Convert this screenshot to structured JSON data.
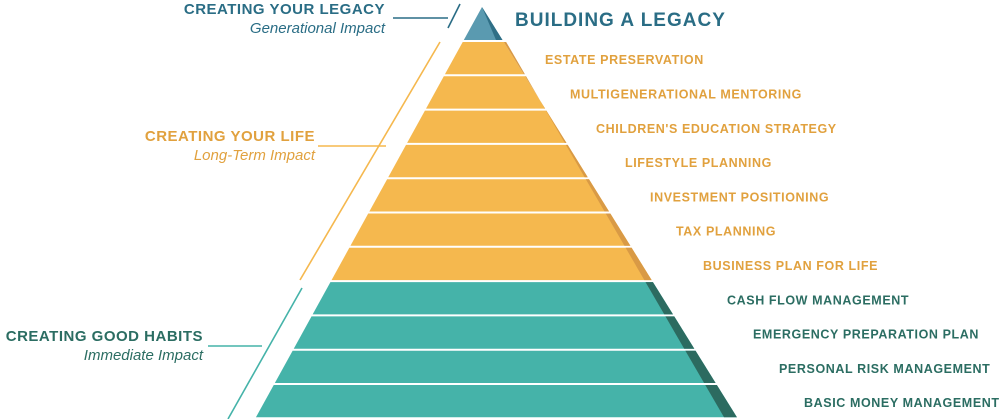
{
  "colors": {
    "legacy": "#5a9ab0",
    "legacy_dark": "#2f6f86",
    "life": "#f5b84e",
    "life_shadow": "#d99a45",
    "life_text": "#e1a13e",
    "habits": "#45b3a9",
    "habits_shadow": "#2c6b60",
    "habits_text": "#2b6d62",
    "legacy_text": "#2a6d85"
  },
  "top_label": "BUILDING A LEGACY",
  "groups": [
    {
      "id": "legacy",
      "title": "CREATING YOUR LEGACY",
      "subtitle": "Generational Impact"
    },
    {
      "id": "life",
      "title": "CREATING YOUR LIFE",
      "subtitle": "Long-Term Impact"
    },
    {
      "id": "habits",
      "title": "CREATING GOOD HABITS",
      "subtitle": "Immediate Impact"
    }
  ],
  "tiers": [
    {
      "label": "ESTATE PRESERVATION",
      "group": "life"
    },
    {
      "label": "MULTIGENERATIONAL MENTORING",
      "group": "life"
    },
    {
      "label": "CHILDREN'S EDUCATION STRATEGY",
      "group": "life"
    },
    {
      "label": "LIFESTYLE PLANNING",
      "group": "life"
    },
    {
      "label": "INVESTMENT POSITIONING",
      "group": "life"
    },
    {
      "label": "TAX PLANNING",
      "group": "life"
    },
    {
      "label": "BUSINESS PLAN FOR LIFE",
      "group": "life"
    },
    {
      "label": "CASH FLOW MANAGEMENT",
      "group": "habits"
    },
    {
      "label": "EMERGENCY PREPARATION PLAN",
      "group": "habits"
    },
    {
      "label": "PERSONAL RISK MANAGEMENT",
      "group": "habits"
    },
    {
      "label": "BASIC MONEY MANAGEMENT",
      "group": "habits"
    }
  ]
}
